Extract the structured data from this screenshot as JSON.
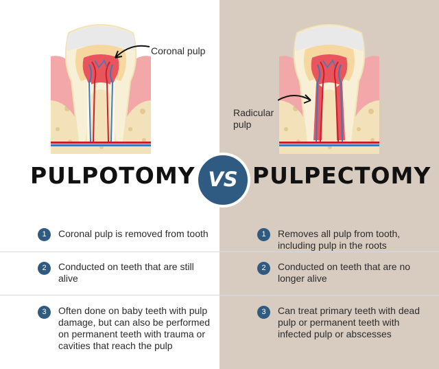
{
  "left": {
    "callout": "Coronal pulp",
    "title": "PULPOTOMY",
    "items": [
      {
        "num": "1",
        "text": "Coronal pulp is removed from tooth"
      },
      {
        "num": "2",
        "text": "Conducted on teeth that are still alive"
      },
      {
        "num": "3",
        "text": "Often done on baby teeth with pulp damage, but can also be performed on permanent teeth with trauma or cavities that reach the pulp"
      }
    ]
  },
  "vs": "VS",
  "right": {
    "callout": "Radicular pulp",
    "title": "PULPECTOMY",
    "items": [
      {
        "num": "1",
        "text": "Removes all pulp from tooth, including pulp in the roots"
      },
      {
        "num": "2",
        "text": "Conducted on teeth that are no longer alive"
      },
      {
        "num": "3",
        "text": "Can treat primary teeth with dead pulp or permanent teeth with infected pulp or abscesses"
      }
    ]
  },
  "colors": {
    "accent": "#2f5a82",
    "right_bg": "#d8ccc1",
    "gum": "#f2a7a8",
    "bone": "#f3e2b9",
    "pulp": "#e8555c"
  }
}
